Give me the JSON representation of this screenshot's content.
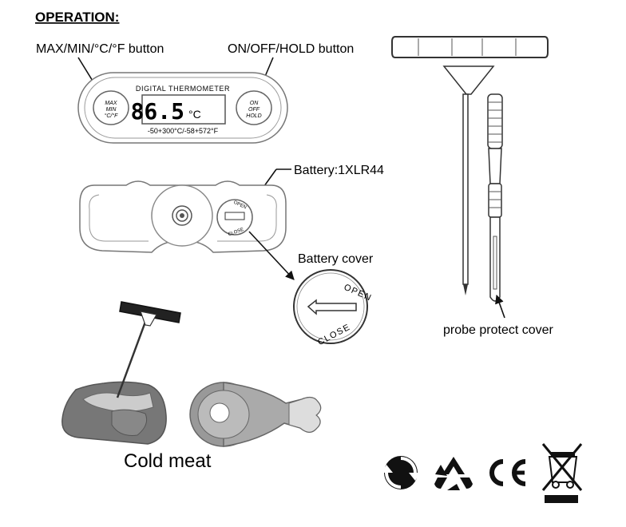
{
  "header": {
    "title": "OPERATION:"
  },
  "labels": {
    "max_min_button": "MAX/MIN/°C/°F button",
    "on_off_button": "ON/OFF/HOLD button",
    "battery": "Battery:1XLR44",
    "battery_cover": "Battery cover",
    "probe_cover": "probe protect cover",
    "cold_meat": "Cold meat"
  },
  "device": {
    "brand_text": "DIGITAL THERMOMETER",
    "reading": "86.5",
    "unit": "°C",
    "range": "-50+300°C/-58+572°F",
    "left_button_lines": [
      "MAX",
      "MIN",
      "°C/°F"
    ],
    "right_button_lines": [
      "ON",
      "OFF",
      "HOLD"
    ]
  },
  "battery_cover": {
    "open_text": "OPEN",
    "close_text": "CLOSE"
  },
  "icons": [
    "green-dot-recycle-icon",
    "recycling-triangle-icon",
    "ce-mark-icon",
    "weee-crossed-bin-icon"
  ]
}
